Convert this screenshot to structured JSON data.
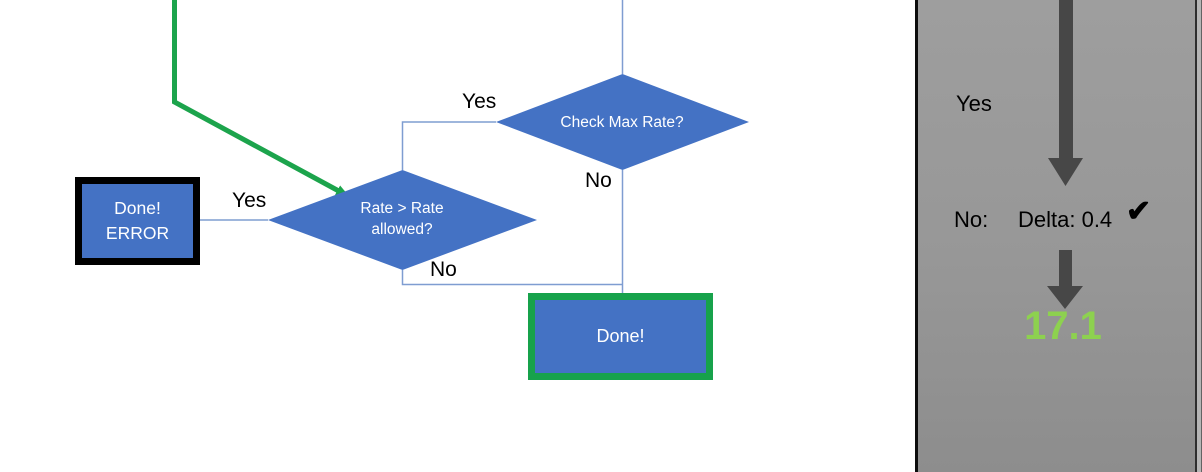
{
  "diagram": {
    "nodes": {
      "check_max": {
        "label": "Check Max Rate?"
      },
      "rate_allowed": {
        "label": "Rate > Rate allowed?"
      },
      "done_error": {
        "label": "Done!\nERROR"
      },
      "done": {
        "label": "Done!"
      }
    },
    "edges": {
      "check_max_yes": "Yes",
      "check_max_no": "No",
      "rate_allowed_yes": "Yes",
      "rate_allowed_no": "No"
    },
    "colors": {
      "shape_fill": "#4472C4",
      "connector": "#7F9DD1",
      "green_accent": "#1CA44C",
      "done_border_green": "#17A24B",
      "done_error_border": "#000000"
    }
  },
  "side_panel": {
    "yes_label": "Yes",
    "no_label": "No:",
    "delta_value": "Delta: 0.4",
    "check_icon": "✔",
    "result_value": "17.1",
    "colors": {
      "panel_bg": "#979797",
      "arrow_gray": "#474747",
      "result_green": "#8DD14F"
    }
  }
}
